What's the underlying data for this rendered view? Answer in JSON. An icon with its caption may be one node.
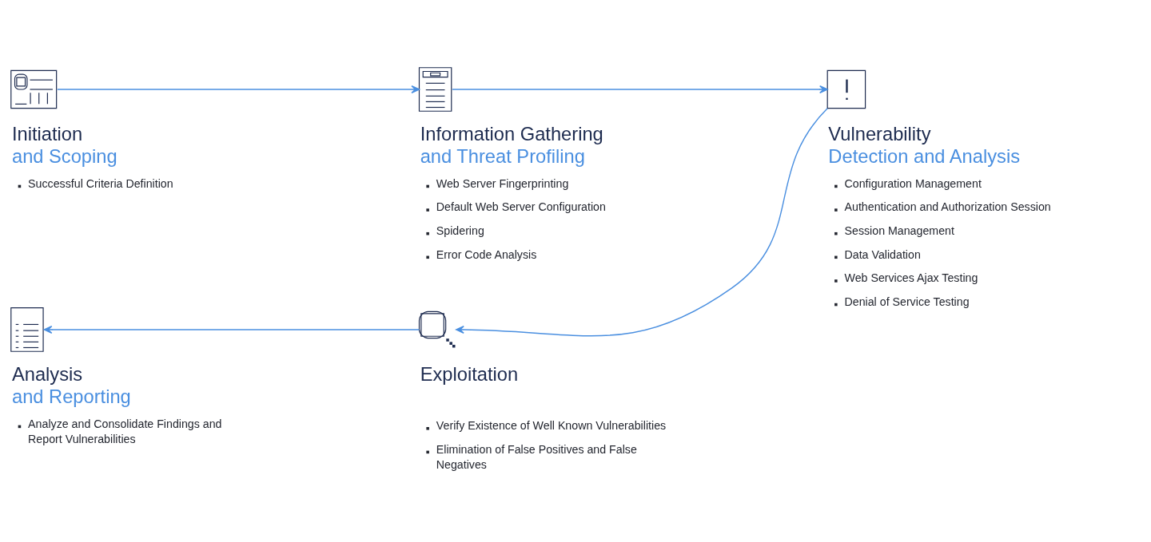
{
  "diagram": {
    "nodes": [
      {
        "text": [
          "Initiation",
          "and Scoping",
          "Successful Criteria Definition"
        ]
      },
      {
        "text": [
          "Information Gathering",
          "and Threat Profiling",
          "Web Server Fingerprinting",
          "Default Web Server Configuration",
          "Spidering",
          "Error Code Analysis"
        ]
      },
      {
        "text": [
          "Vulnerability",
          "Detection and Analysis",
          "Configuration Management",
          "Authentication and Authorization Session",
          "Session Management",
          "Data Validation",
          "Web Services Ajax Testing",
          "Denial of Service Testing"
        ]
      },
      {
        "text": [
          "Analysis",
          "and Reporting",
          "Analyze and Consolidate Findings and Report Vulnerabilities"
        ]
      },
      {
        "text": [
          "Exploitation",
          "Verify Existence of Well Known Vulnerabilities",
          "Elimination of False Positives and False Negatives"
        ]
      }
    ],
    "edges": [
      {
        "from": 0,
        "to": 1,
        "arrow": "to"
      },
      {
        "from": 1,
        "to": 2,
        "arrow": "to"
      },
      {
        "from": 2,
        "to": 4,
        "arrow": "to"
      },
      {
        "from": 4,
        "to": 3,
        "arrow": "to"
      }
    ]
  }
}
